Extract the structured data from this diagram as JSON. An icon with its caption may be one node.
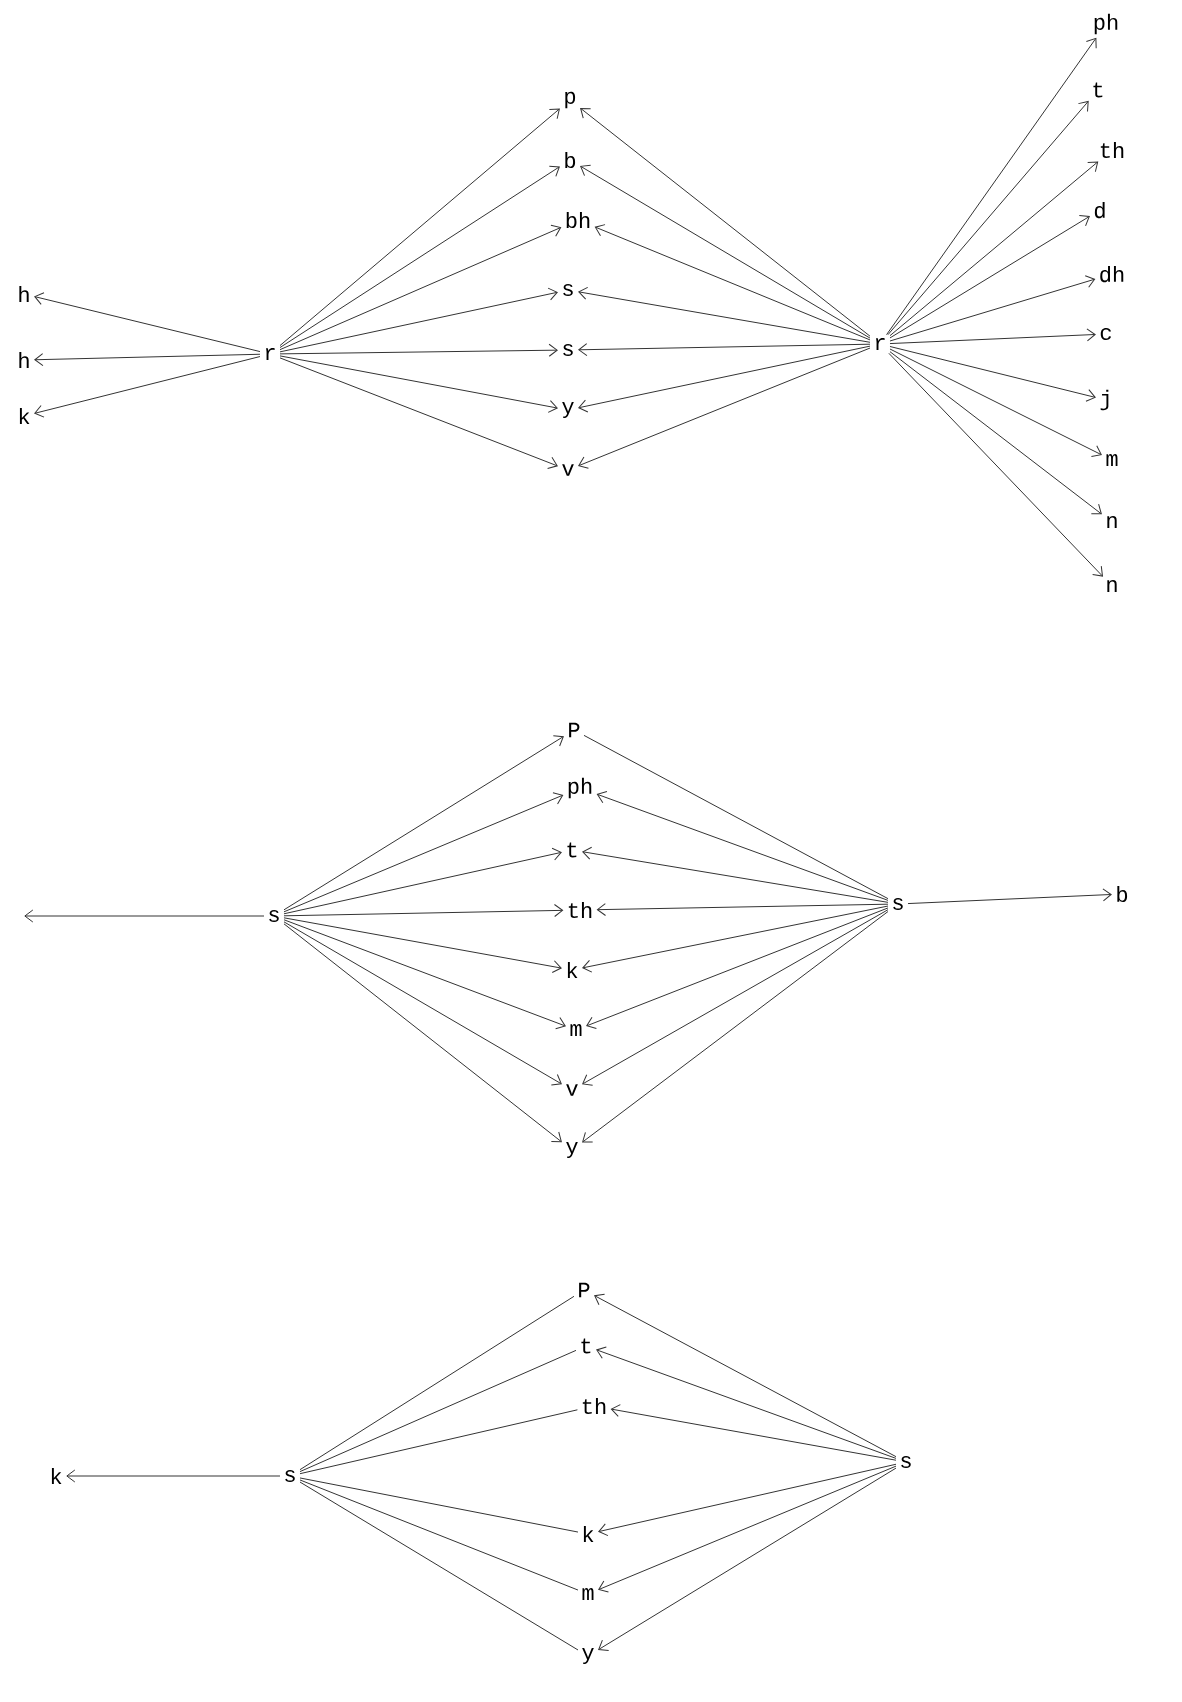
{
  "diagram": {
    "nodes": [
      {
        "text": [
          "h"
        ]
      },
      {
        "text": [
          "h"
        ]
      },
      {
        "text": [
          "k"
        ]
      },
      {
        "text": [
          "r"
        ]
      },
      {
        "text": [
          "p"
        ]
      },
      {
        "text": [
          "b"
        ]
      },
      {
        "text": [
          "bh"
        ]
      },
      {
        "text": [
          "s"
        ]
      },
      {
        "text": [
          "s"
        ]
      },
      {
        "text": [
          "y"
        ]
      },
      {
        "text": [
          "v"
        ]
      },
      {
        "text": [
          "r"
        ]
      },
      {
        "text": [
          "ph"
        ]
      },
      {
        "text": [
          "t"
        ]
      },
      {
        "text": [
          "th"
        ]
      },
      {
        "text": [
          "d"
        ]
      },
      {
        "text": [
          "dh"
        ]
      },
      {
        "text": [
          "c"
        ]
      },
      {
        "text": [
          "j"
        ]
      },
      {
        "text": [
          "m"
        ]
      },
      {
        "text": [
          "n"
        ]
      },
      {
        "text": [
          "n"
        ]
      },
      {
        "text": [
          "s"
        ]
      },
      {
        "text": [
          "P"
        ]
      },
      {
        "text": [
          "ph"
        ]
      },
      {
        "text": [
          "t"
        ]
      },
      {
        "text": [
          "th"
        ]
      },
      {
        "text": [
          "k"
        ]
      },
      {
        "text": [
          "m"
        ]
      },
      {
        "text": [
          "v"
        ]
      },
      {
        "text": [
          "y"
        ]
      },
      {
        "text": [
          "s"
        ]
      },
      {
        "text": [
          "b"
        ]
      },
      {
        "text": [
          "k"
        ]
      },
      {
        "text": [
          "s"
        ]
      },
      {
        "text": [
          "P"
        ]
      },
      {
        "text": [
          "t"
        ]
      },
      {
        "text": [
          "th"
        ]
      },
      {
        "text": [
          "k"
        ]
      },
      {
        "text": [
          "m"
        ]
      },
      {
        "text": [
          "y"
        ]
      },
      {
        "text": [
          "s"
        ]
      }
    ],
    "edges": [
      {
        "from": 3,
        "to": 0,
        "arrow": "to"
      },
      {
        "from": 3,
        "to": 1,
        "arrow": "to"
      },
      {
        "from": 3,
        "to": 2,
        "arrow": "to"
      },
      {
        "from": 3,
        "to": 4,
        "arrow": "to"
      },
      {
        "from": 3,
        "to": 5,
        "arrow": "to"
      },
      {
        "from": 3,
        "to": 6,
        "arrow": "to"
      },
      {
        "from": 3,
        "to": 7,
        "arrow": "to"
      },
      {
        "from": 3,
        "to": 8,
        "arrow": "to"
      },
      {
        "from": 3,
        "to": 9,
        "arrow": "to"
      },
      {
        "from": 3,
        "to": 10,
        "arrow": "to"
      },
      {
        "from": 11,
        "to": 4,
        "arrow": "to"
      },
      {
        "from": 11,
        "to": 5,
        "arrow": "to"
      },
      {
        "from": 11,
        "to": 6,
        "arrow": "to"
      },
      {
        "from": 11,
        "to": 7,
        "arrow": "to"
      },
      {
        "from": 11,
        "to": 8,
        "arrow": "to"
      },
      {
        "from": 11,
        "to": 9,
        "arrow": "to"
      },
      {
        "from": 11,
        "to": 10,
        "arrow": "to"
      },
      {
        "from": 11,
        "to": 12,
        "arrow": "to"
      },
      {
        "from": 11,
        "to": 13,
        "arrow": "to"
      },
      {
        "from": 11,
        "to": 14,
        "arrow": "to"
      },
      {
        "from": 11,
        "to": 15,
        "arrow": "to"
      },
      {
        "from": 11,
        "to": 16,
        "arrow": "to"
      },
      {
        "from": 11,
        "to": 17,
        "arrow": "to"
      },
      {
        "from": 11,
        "to": 18,
        "arrow": "to"
      },
      {
        "from": 11,
        "to": 19,
        "arrow": "to"
      },
      {
        "from": 11,
        "to": 20,
        "arrow": "to"
      },
      {
        "from": 11,
        "to": 21,
        "arrow": "to"
      },
      {
        "from": 22,
        "to": null,
        "arrow": "to"
      },
      {
        "from": 22,
        "to": 23,
        "arrow": "to"
      },
      {
        "from": 22,
        "to": 24,
        "arrow": "to"
      },
      {
        "from": 22,
        "to": 25,
        "arrow": "to"
      },
      {
        "from": 22,
        "to": 26,
        "arrow": "to"
      },
      {
        "from": 22,
        "to": 27,
        "arrow": "to"
      },
      {
        "from": 22,
        "to": 28,
        "arrow": "to"
      },
      {
        "from": 22,
        "to": 29,
        "arrow": "to"
      },
      {
        "from": 22,
        "to": 30,
        "arrow": "to"
      },
      {
        "from": 31,
        "to": 23,
        "arrow": "none"
      },
      {
        "from": 31,
        "to": 24,
        "arrow": "to"
      },
      {
        "from": 31,
        "to": 25,
        "arrow": "to"
      },
      {
        "from": 31,
        "to": 26,
        "arrow": "to"
      },
      {
        "from": 31,
        "to": 27,
        "arrow": "to"
      },
      {
        "from": 31,
        "to": 28,
        "arrow": "to"
      },
      {
        "from": 31,
        "to": 29,
        "arrow": "to"
      },
      {
        "from": 31,
        "to": 30,
        "arrow": "to"
      },
      {
        "from": 31,
        "to": 32,
        "arrow": "to"
      },
      {
        "from": 34,
        "to": 33,
        "arrow": "to"
      },
      {
        "from": 34,
        "to": 35,
        "arrow": "none"
      },
      {
        "from": 34,
        "to": 36,
        "arrow": "none"
      },
      {
        "from": 34,
        "to": 37,
        "arrow": "none"
      },
      {
        "from": 34,
        "to": 38,
        "arrow": "none"
      },
      {
        "from": 34,
        "to": 39,
        "arrow": "none"
      },
      {
        "from": 34,
        "to": 40,
        "arrow": "none"
      },
      {
        "from": 41,
        "to": 35,
        "arrow": "to"
      },
      {
        "from": 41,
        "to": 36,
        "arrow": "to"
      },
      {
        "from": 41,
        "to": 37,
        "arrow": "to"
      },
      {
        "from": 41,
        "to": 38,
        "arrow": "to"
      },
      {
        "from": 41,
        "to": 39,
        "arrow": "to"
      },
      {
        "from": 41,
        "to": 40,
        "arrow": "to"
      }
    ]
  }
}
